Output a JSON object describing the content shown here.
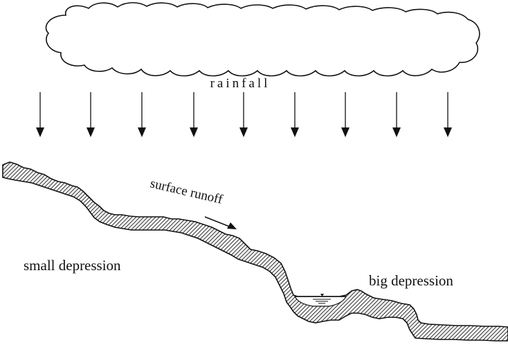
{
  "labels": {
    "rainfall": "rainfall",
    "surface_runoff": "surface runoff",
    "small_depression": "small depression",
    "big_depression": "big depression"
  },
  "rain_arrows": 9,
  "colors": {
    "ink": "#111111",
    "hatch": "#444444",
    "background": "#ffffff"
  }
}
